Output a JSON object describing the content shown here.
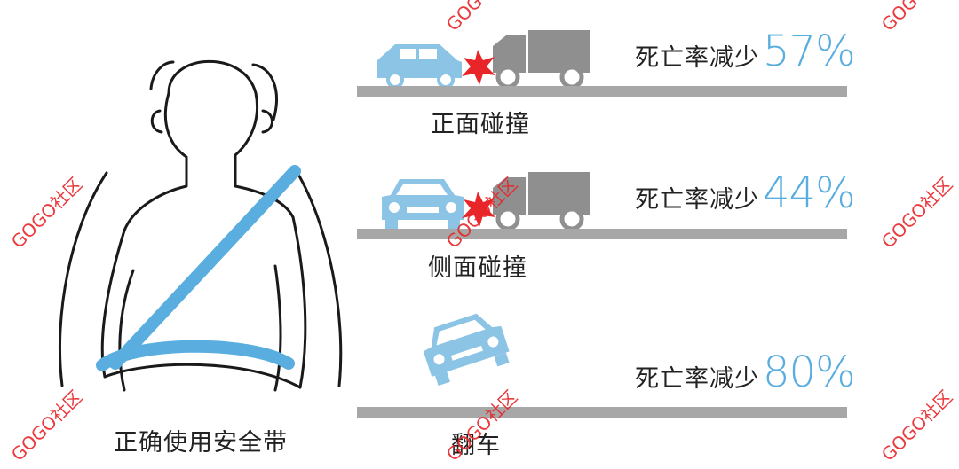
{
  "left_caption": "正确使用安全带",
  "rows": [
    {
      "label": "正面碰撞",
      "rate_prefix": "死亡率减少",
      "rate_value": "57%"
    },
    {
      "label": "侧面碰撞",
      "rate_prefix": "死亡率减少",
      "rate_value": "44%"
    },
    {
      "label": "翻车",
      "rate_prefix": "死亡率减少",
      "rate_value": "80%"
    }
  ],
  "watermark": "GOGO社区",
  "colors": {
    "accent_blue": "#5aaedf",
    "car_blue": "#8cc4e6",
    "truck_gray": "#8f8f8f",
    "road_gray": "#a7a7a7",
    "impact_red": "#e8262a",
    "watermark_red": "#e8262a"
  },
  "icons": {
    "person": "seated-person-outline-icon",
    "belt": "seatbelt-icon",
    "car": "car-icon",
    "truck": "truck-icon",
    "impact": "impact-star-icon"
  }
}
